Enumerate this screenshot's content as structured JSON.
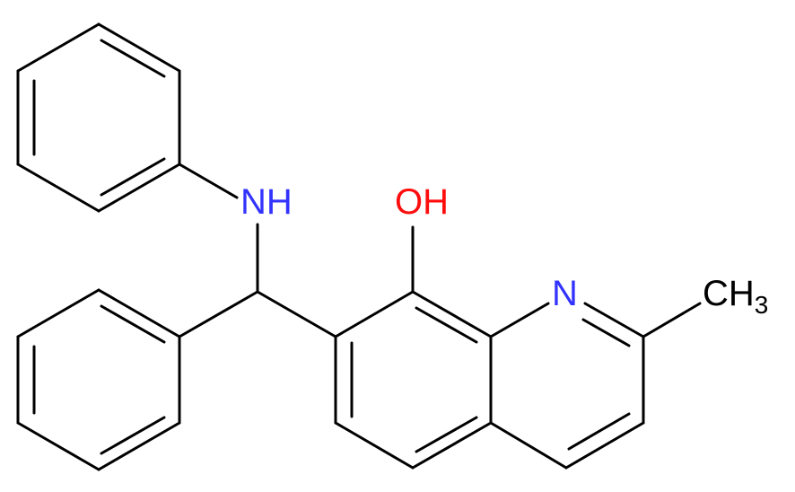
{
  "labels": {
    "nh": "NH",
    "oh": "OH",
    "n": "N",
    "ch3_main": "CH",
    "ch3_sub": "3"
  },
  "colors": {
    "bond": "#000000",
    "nitrogen": "#3333ff",
    "oxygen": "#ff0d0d",
    "carbon": "#000000",
    "background": "#ffffff"
  }
}
